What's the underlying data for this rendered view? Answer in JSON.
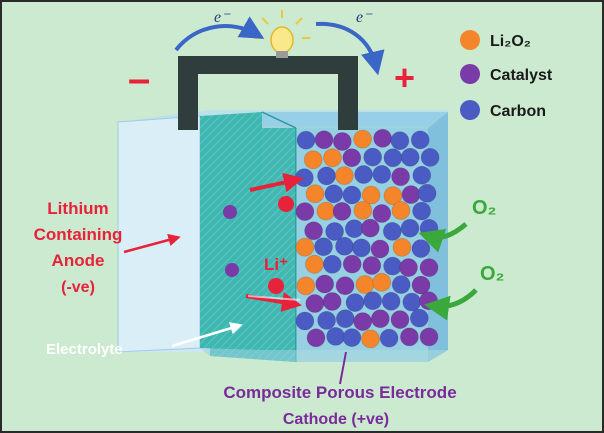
{
  "legend": {
    "li2o2": "Li₂O₂",
    "catalyst": "Catalyst",
    "carbon": "Carbon"
  },
  "labels": {
    "electron_left": "e⁻",
    "electron_right": "e⁻",
    "minus": "–",
    "plus": "+",
    "anode_line1": "Lithium",
    "anode_line2": "Containing",
    "anode_line3": "Anode",
    "anode_line4": "(-ve)",
    "li_ion": "Li⁺",
    "electrolyte": "Electrolyte",
    "cathode_line1": "Composite Porous Electrode",
    "cathode_line2": "Cathode (+ve)",
    "o2_top": "O₂",
    "o2_bottom": "O₂"
  },
  "colors": {
    "background": "#ccead0",
    "li2o2": "#f5852a",
    "catalyst": "#7a3aa8",
    "carbon": "#4a5cc4",
    "anode_text": "#e8223a",
    "cathode_text": "#7a2a9a",
    "o2_text": "#3aa83a",
    "electrolyte_text": "#ffffff",
    "wire": "#2f3d3d"
  }
}
